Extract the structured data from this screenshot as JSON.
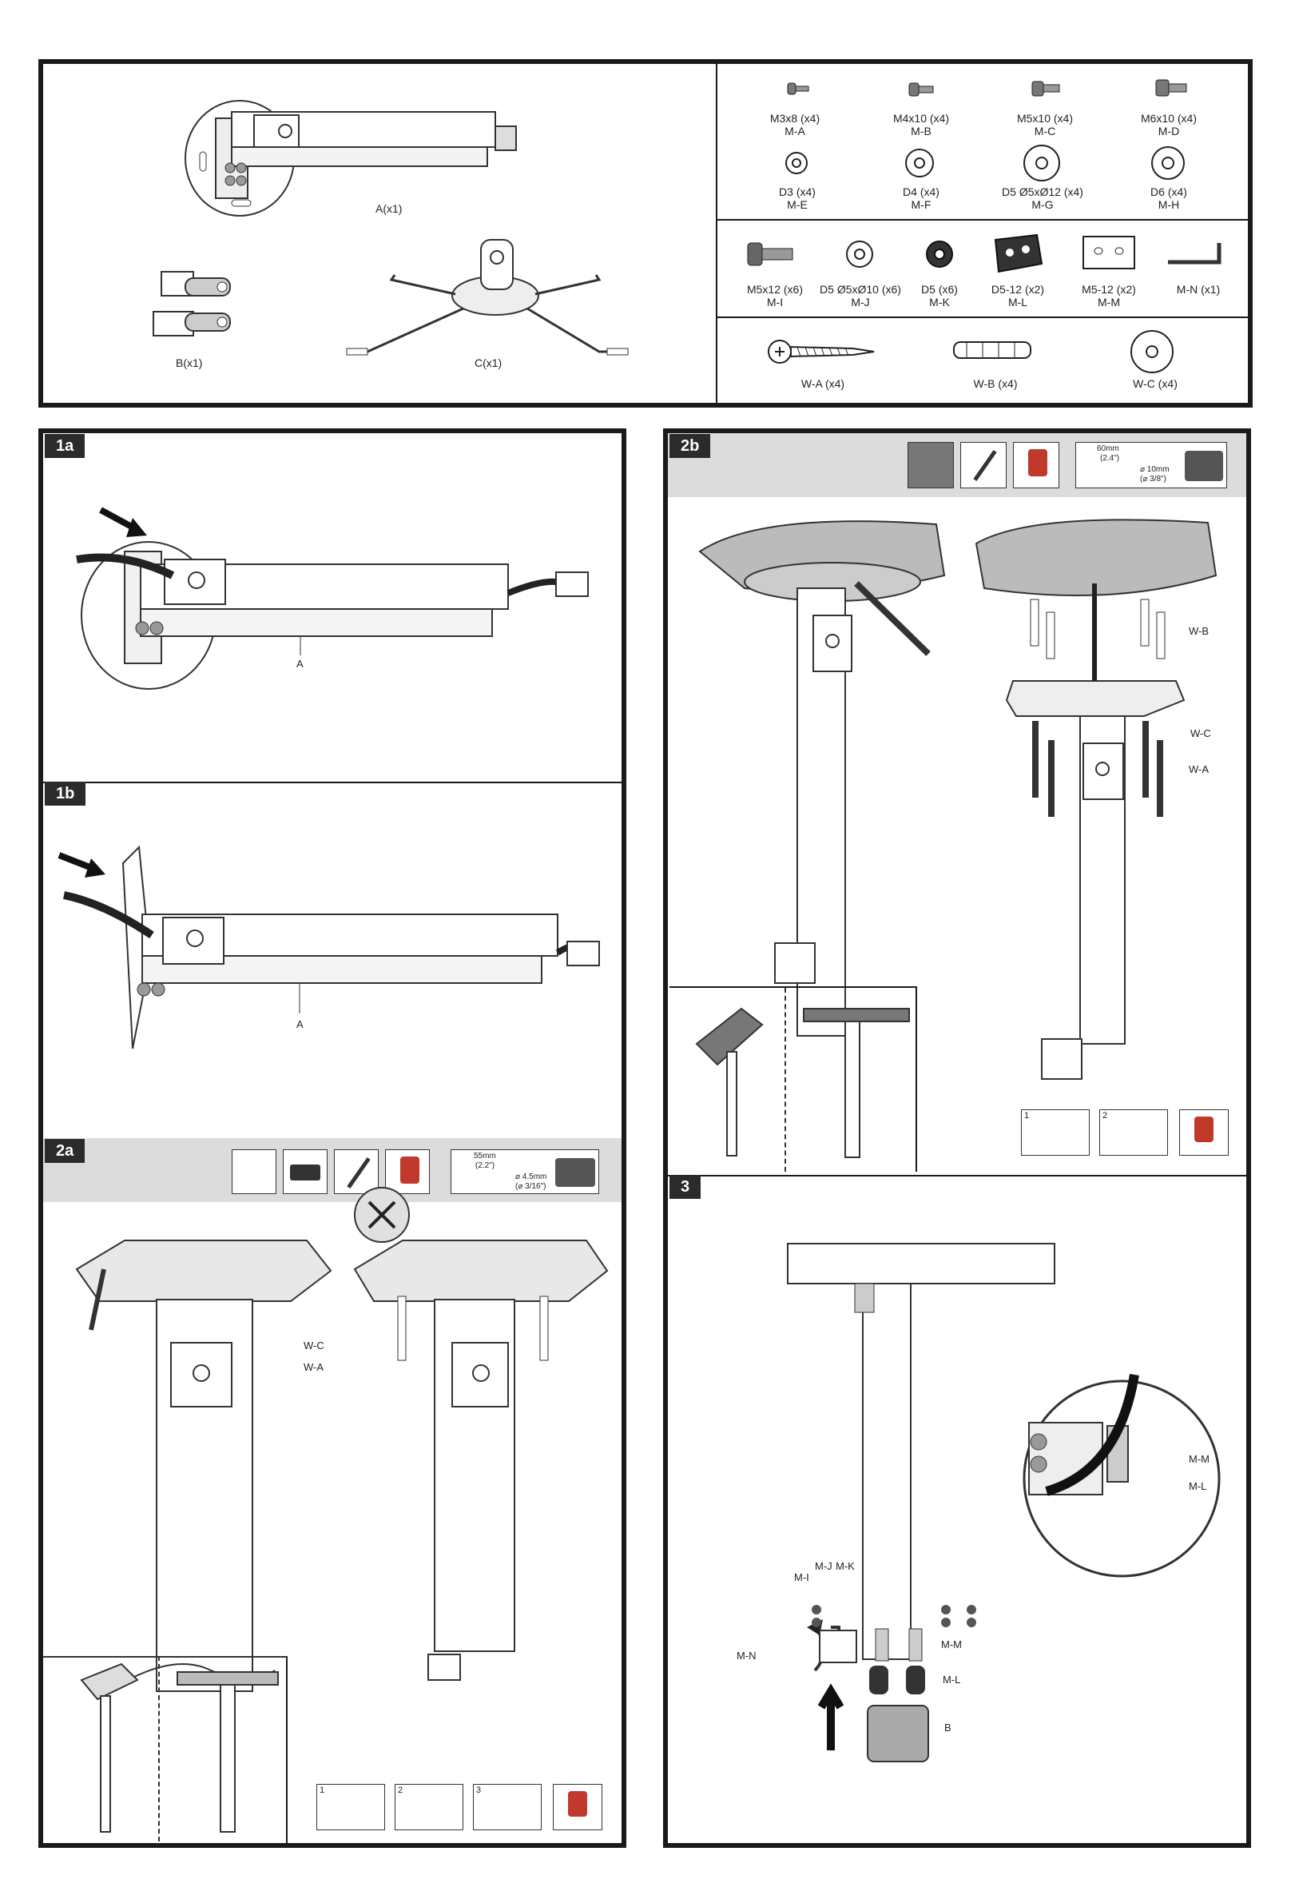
{
  "parts_top": {
    "A": "A(x1)",
    "B": "B(x1)",
    "C": "C(x1)"
  },
  "screws": [
    {
      "l1": "M3x8 (x4)",
      "l2": "M-A"
    },
    {
      "l1": "M4x10 (x4)",
      "l2": "M-B"
    },
    {
      "l1": "M5x10 (x4)",
      "l2": "M-C"
    },
    {
      "l1": "M6x10 (x4)",
      "l2": "M-D"
    }
  ],
  "washers": [
    {
      "l1": "D3 (x4)",
      "l2": "M-E"
    },
    {
      "l1": "D4 (x4)",
      "l2": "M-F"
    },
    {
      "l1": "D5 Ø5xØ12 (x4)",
      "l2": "M-G"
    },
    {
      "l1": "D6 (x4)",
      "l2": "M-H"
    }
  ],
  "row2": [
    {
      "l1": "M5x12 (x6)",
      "l2": "M-I"
    },
    {
      "l1": "D5 Ø5xØ10 (x6)",
      "l2": "M-J"
    },
    {
      "l1": "D5 (x6)",
      "l2": "M-K"
    },
    {
      "l1": "D5-12 (x2)",
      "l2": "M-L"
    },
    {
      "l1": "M5-12 (x2)",
      "l2": "M-M"
    },
    {
      "l1": "M-N (x1)",
      "l2": ""
    }
  ],
  "row3": [
    {
      "l1": "W-A (x4)"
    },
    {
      "l1": "W-B (x4)"
    },
    {
      "l1": "W-C (x4)"
    }
  ],
  "steps": {
    "s1a": "1a",
    "s1b": "1b",
    "s2a": "2a",
    "s2b": "2b",
    "s3": "3"
  },
  "callouts": {
    "a1": "A",
    "a2": "A",
    "wc_2a": "W-C",
    "wa_2a": "W-A",
    "wb_2b": "W-B",
    "wc_2b": "W-C",
    "wa_2b": "W-A",
    "mm_zoom": "M-M",
    "ml_zoom": "M-L",
    "mi": "M-I",
    "mj": "M-J",
    "mk": "M-K",
    "mm": "M-M",
    "ml": "M-L",
    "mn": "M-N",
    "b": "B"
  },
  "drill_2a": {
    "depth": "55mm",
    "depth_in": "(2.2\")",
    "bit": "⌀ 4.5mm",
    "bit_in": "(⌀ 3/16\")"
  },
  "drill_2b": {
    "depth": "60mm",
    "depth_in": "(2.4\")",
    "bit": "⌀ 10mm",
    "bit_in": "(⌀ 3/8\")"
  },
  "sub_nums": {
    "n1": "1",
    "n2": "2",
    "n3": "3"
  }
}
